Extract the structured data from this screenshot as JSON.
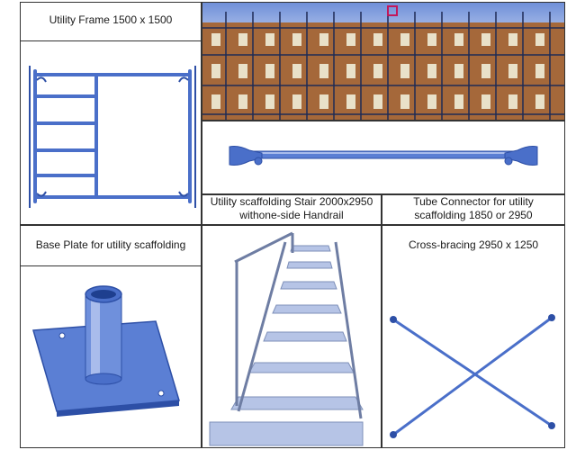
{
  "panels": {
    "utility_frame": {
      "label": "Utility Frame 1500 x 1500"
    },
    "stair": {
      "label_line1": "Utility scaffolding Stair 2000x2950",
      "label_line2": "withone-side Handrail"
    },
    "tube_connector": {
      "label_line1": "Tube Connector for utility",
      "label_line2": "scaffolding 1850 or 2950"
    },
    "base_plate": {
      "label": "Base Plate for utility scaffolding"
    },
    "cross_bracing": {
      "label": "Cross-bracing 2950 x 1250"
    }
  },
  "colors": {
    "steel_blue": "#4a6fc9",
    "steel_dark": "#2d4fa6",
    "steel_light": "#8fa8e6",
    "border": "#333333"
  }
}
